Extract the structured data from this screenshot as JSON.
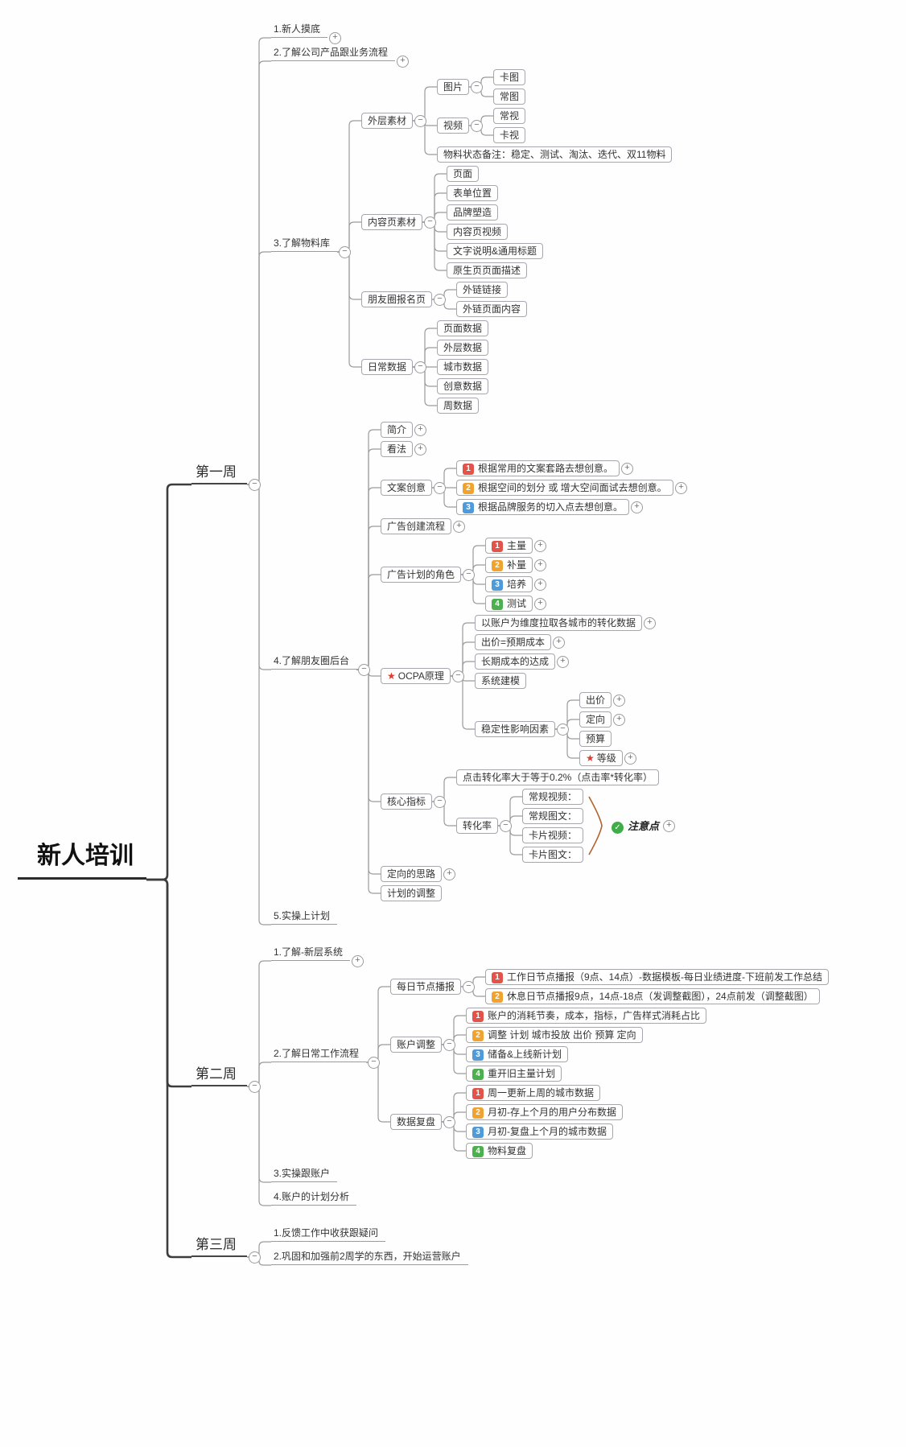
{
  "palette": {
    "badge1": "#e4534a",
    "badge2": "#f0a32f",
    "badge3": "#4f9bd9",
    "badge4": "#4db04f",
    "star": "#e23b2e",
    "check": "#3fae49",
    "line": "#9b9b9b",
    "trunk": "#3c3c3c",
    "brace": "#b2622d"
  },
  "root": {
    "label": "新人培训",
    "children": [
      {
        "label": "第一周",
        "toggle": "minus",
        "children": [
          {
            "label": "1.新人摸底",
            "toggle": "plus"
          },
          {
            "label": "2.了解公司产品跟业务流程",
            "toggle": "plus"
          },
          {
            "label": "3.了解物料库",
            "toggle": "minus",
            "children": [
              {
                "label": "外层素材",
                "toggle": "minus",
                "children": [
                  {
                    "label": "图片",
                    "toggle": "minus",
                    "children": [
                      {
                        "label": "卡图"
                      },
                      {
                        "label": "常图"
                      }
                    ]
                  },
                  {
                    "label": "视频",
                    "toggle": "minus",
                    "children": [
                      {
                        "label": "常视"
                      },
                      {
                        "label": "卡视"
                      }
                    ]
                  },
                  {
                    "label": "物料状态备注：稳定、测试、淘汰、迭代、双11物料"
                  }
                ]
              },
              {
                "label": "内容页素材",
                "toggle": "minus",
                "children": [
                  {
                    "label": "页面"
                  },
                  {
                    "label": "表单位置"
                  },
                  {
                    "label": "品牌塑造"
                  },
                  {
                    "label": "内容页视频"
                  },
                  {
                    "label": "文字说明&通用标题"
                  },
                  {
                    "label": "原生页页面描述"
                  }
                ]
              },
              {
                "label": "朋友圈报名页",
                "toggle": "minus",
                "children": [
                  {
                    "label": "外链链接"
                  },
                  {
                    "label": "外链页面内容"
                  }
                ]
              },
              {
                "label": "日常数据",
                "toggle": "minus",
                "children": [
                  {
                    "label": "页面数据"
                  },
                  {
                    "label": "外层数据"
                  },
                  {
                    "label": "城市数据"
                  },
                  {
                    "label": "创意数据"
                  },
                  {
                    "label": "周数据"
                  }
                ]
              }
            ]
          },
          {
            "label": "4.了解朋友圈后台",
            "toggle": "minus",
            "children": [
              {
                "label": "简介",
                "toggle": "plus"
              },
              {
                "label": "看法",
                "toggle": "plus"
              },
              {
                "label": "文案创意",
                "toggle": "minus",
                "children": [
                  {
                    "label": "根据常用的文案套路去想创意。",
                    "badge": "1",
                    "toggle": "plus"
                  },
                  {
                    "label": "根据空间的划分 或 增大空间面试去想创意。",
                    "badge": "2",
                    "toggle": "plus"
                  },
                  {
                    "label": "根据品牌服务的切入点去想创意。",
                    "badge": "3",
                    "toggle": "plus"
                  }
                ]
              },
              {
                "label": "广告创建流程",
                "toggle": "plus"
              },
              {
                "label": "广告计划的角色",
                "toggle": "minus",
                "children": [
                  {
                    "label": "主量",
                    "badge": "1",
                    "toggle": "plus"
                  },
                  {
                    "label": "补量",
                    "badge": "2",
                    "toggle": "plus"
                  },
                  {
                    "label": "培养",
                    "badge": "3",
                    "toggle": "plus"
                  },
                  {
                    "label": "测试",
                    "badge": "4",
                    "toggle": "plus"
                  }
                ]
              },
              {
                "label": "OCPA原理",
                "star": true,
                "toggle": "minus",
                "children": [
                  {
                    "label": "以账户为维度拉取各城市的转化数据",
                    "toggle": "plus"
                  },
                  {
                    "label": "出价=预期成本",
                    "toggle": "plus"
                  },
                  {
                    "label": "长期成本的达成",
                    "toggle": "plus"
                  },
                  {
                    "label": "系统建模"
                  },
                  {
                    "label": "稳定性影响因素",
                    "toggle": "minus",
                    "children": [
                      {
                        "label": "出价",
                        "toggle": "plus"
                      },
                      {
                        "label": "定向",
                        "toggle": "plus"
                      },
                      {
                        "label": "预算"
                      },
                      {
                        "label": "等级",
                        "star": true,
                        "toggle": "plus"
                      }
                    ]
                  }
                ]
              },
              {
                "label": "核心指标",
                "toggle": "minus",
                "children": [
                  {
                    "label": "点击转化率大于等于0.2%（点击率*转化率）"
                  },
                  {
                    "label": "转化率",
                    "toggle": "minus",
                    "callout": {
                      "label": "注意点",
                      "check": true,
                      "toggle": "plus"
                    },
                    "children": [
                      {
                        "label": "常规视频："
                      },
                      {
                        "label": "常规图文："
                      },
                      {
                        "label": "卡片视频："
                      },
                      {
                        "label": "卡片图文："
                      }
                    ]
                  }
                ]
              },
              {
                "label": "定向的思路",
                "toggle": "plus"
              },
              {
                "label": "计划的调整"
              }
            ]
          },
          {
            "label": "5.实操上计划"
          }
        ]
      },
      {
        "label": "第二周",
        "toggle": "minus",
        "children": [
          {
            "label": "1.了解-新层系统",
            "toggle": "plus"
          },
          {
            "label": "2.了解日常工作流程",
            "toggle": "minus",
            "children": [
              {
                "label": "每日节点播报",
                "toggle": "minus",
                "children": [
                  {
                    "label": "工作日节点播报（9点、14点）-数据模板-每日业绩进度-下班前发工作总结",
                    "badge": "1"
                  },
                  {
                    "label": "休息日节点播报9点，14点-18点（发调整截图），24点前发（调整截图）",
                    "badge": "2"
                  }
                ]
              },
              {
                "label": "账户调整",
                "toggle": "minus",
                "children": [
                  {
                    "label": "账户的消耗节奏，成本，指标，广告样式消耗占比",
                    "badge": "1"
                  },
                  {
                    "label": "调整 计划 城市投放 出价 预算 定向",
                    "badge": "2"
                  },
                  {
                    "label": "储备&上线新计划",
                    "badge": "3"
                  },
                  {
                    "label": "重开旧主量计划",
                    "badge": "4"
                  }
                ]
              },
              {
                "label": "数据复盘",
                "toggle": "minus",
                "children": [
                  {
                    "label": "周一更新上周的城市数据",
                    "badge": "1"
                  },
                  {
                    "label": "月初-存上个月的用户分布数据",
                    "badge": "2"
                  },
                  {
                    "label": "月初-复盘上个月的城市数据",
                    "badge": "3"
                  },
                  {
                    "label": "物料复盘",
                    "badge": "4"
                  }
                ]
              }
            ]
          },
          {
            "label": "3.实操跟账户"
          },
          {
            "label": "4.账户的计划分析"
          }
        ]
      },
      {
        "label": "第三周",
        "toggle": "minus",
        "children": [
          {
            "label": "1.反馈工作中收获跟疑问"
          },
          {
            "label": "2.巩固和加强前2周学的东西，开始运营账户"
          }
        ]
      }
    ]
  }
}
